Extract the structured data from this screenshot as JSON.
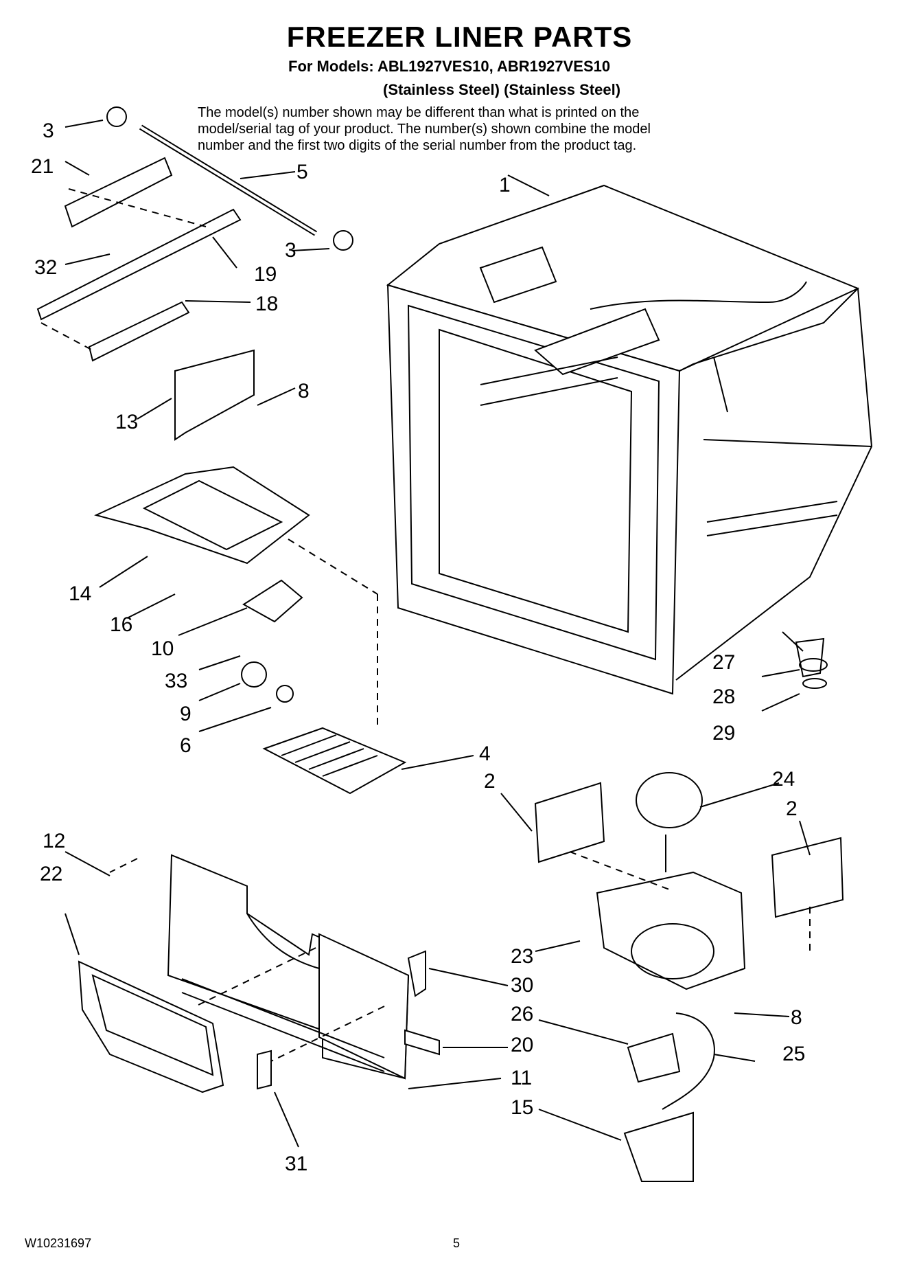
{
  "header": {
    "title": "FREEZER LINER PARTS",
    "models_line": "For Models: ABL1927VES10, ABR1927VES10",
    "finish_line": "(Stainless Steel) (Stainless Steel)",
    "note_lines": [
      "The model(s) number shown may be different than what is printed on the",
      "model/serial tag of your product. The number(s) shown combine the model",
      "number and the first two digits of the serial number from the product tag."
    ]
  },
  "callouts": {
    "c1": "1",
    "c2a": "2",
    "c2b": "2",
    "c3a": "3",
    "c3b": "3",
    "c4": "4",
    "c5": "5",
    "c6": "6",
    "c8a": "8",
    "c8b": "8",
    "c9": "9",
    "c10": "10",
    "c11": "11",
    "c12": "12",
    "c13": "13",
    "c14": "14",
    "c15": "15",
    "c16": "16",
    "c18": "18",
    "c19": "19",
    "c20": "20",
    "c21": "21",
    "c22": "22",
    "c23": "23",
    "c24": "24",
    "c25": "25",
    "c26": "26",
    "c27": "27",
    "c28": "28",
    "c29": "29",
    "c30": "30",
    "c31": "31",
    "c32": "32",
    "c33": "33"
  },
  "footer": {
    "doc_number": "W10231697",
    "page_number": "5"
  }
}
